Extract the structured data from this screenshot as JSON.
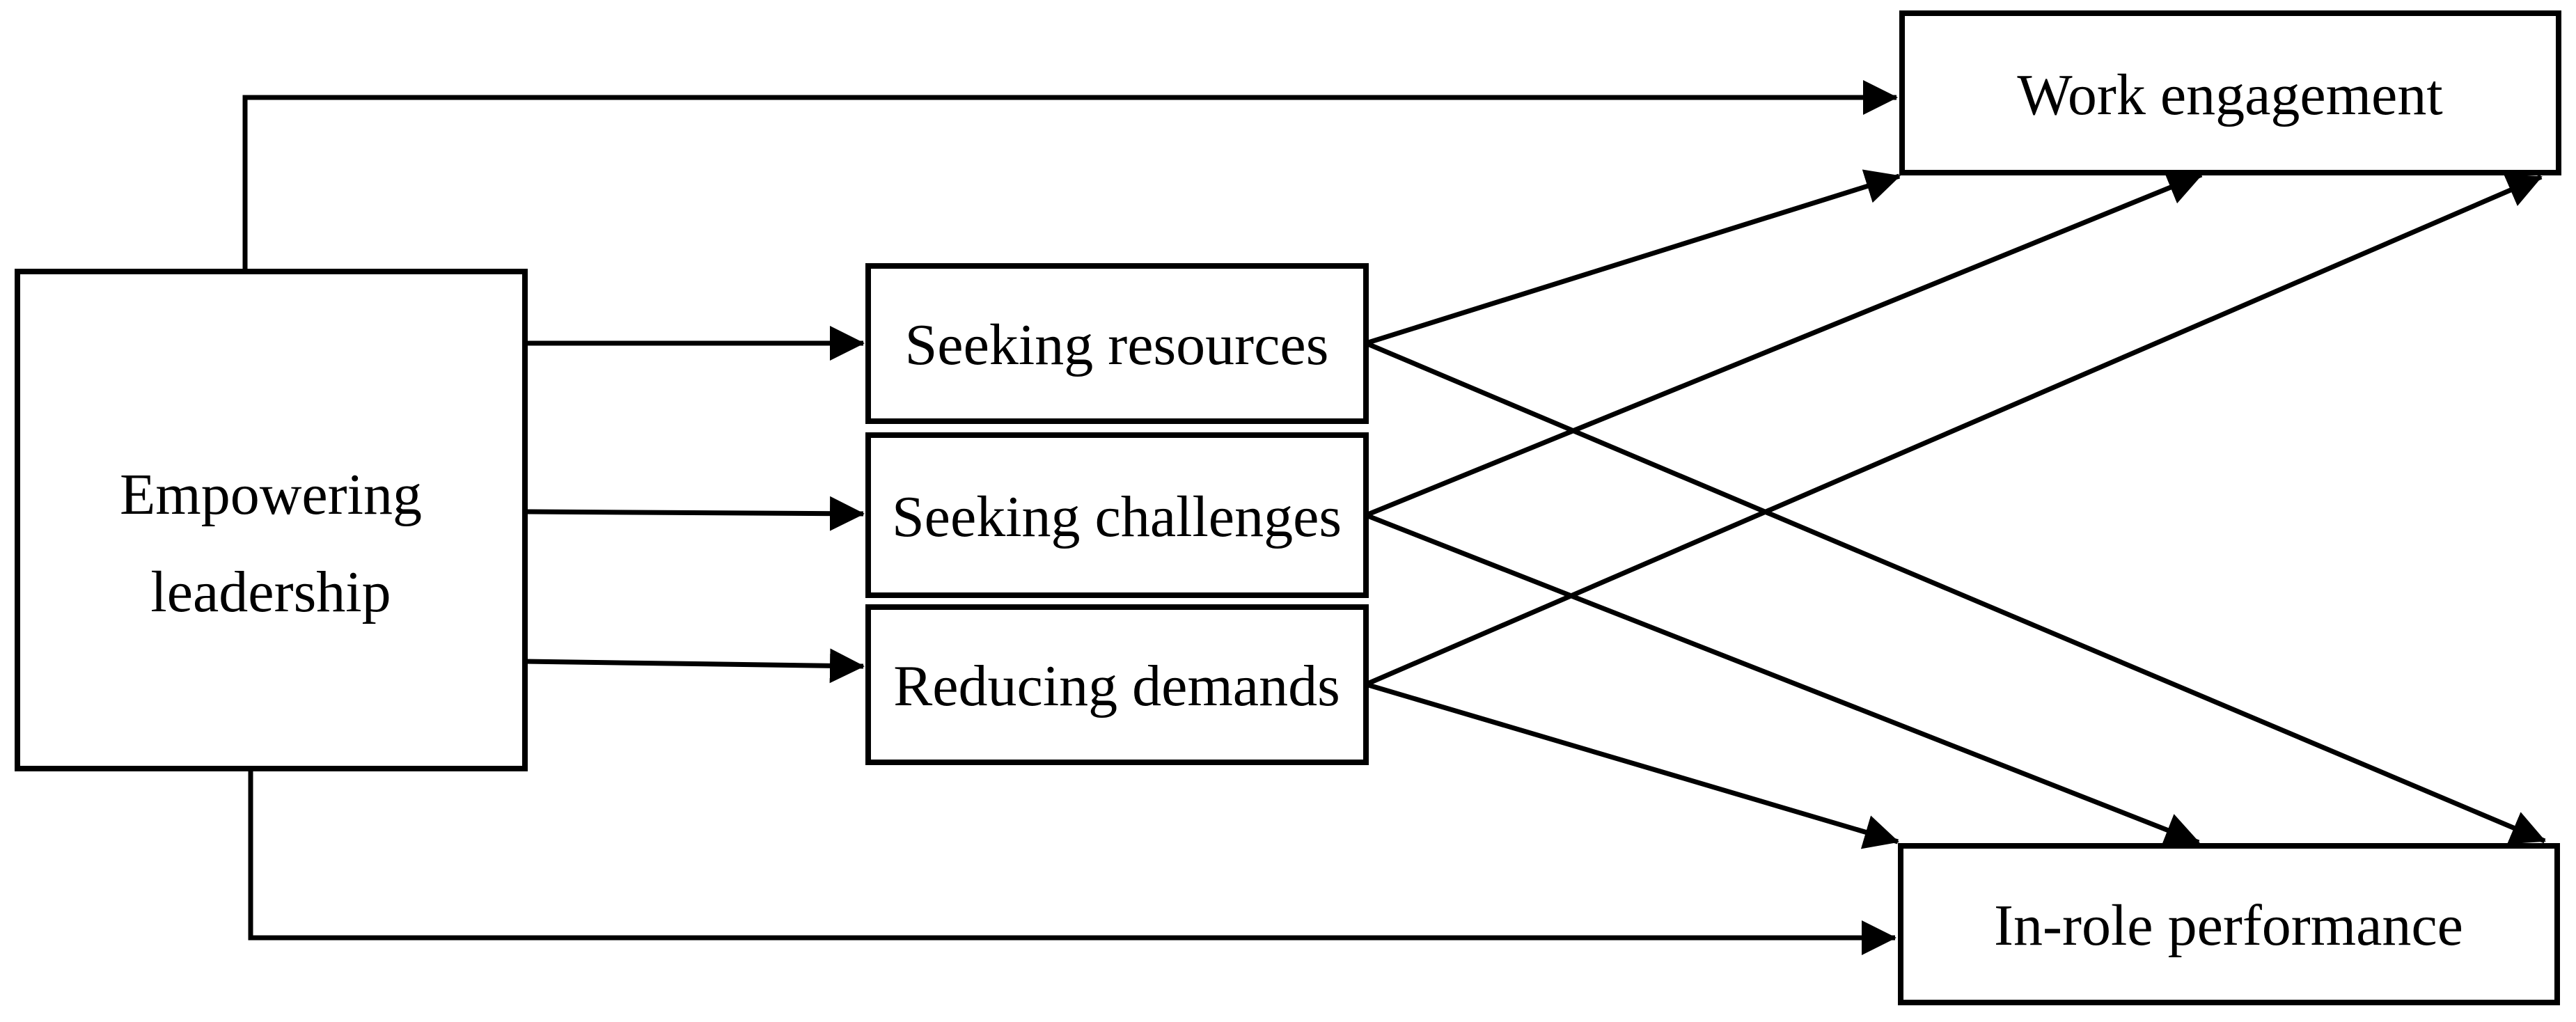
{
  "diagram": {
    "type": "path-model",
    "background_color": "#ffffff",
    "line_color": "#000000",
    "box_fill_color": "#ffffff",
    "nodes": {
      "empowering_leadership": {
        "line1": "Empowering",
        "line2": "leadership"
      },
      "seeking_resources": {
        "label": "Seeking resources"
      },
      "seeking_challenges": {
        "label": "Seeking challenges"
      },
      "reducing_demands": {
        "label": "Reducing demands"
      },
      "work_engagement": {
        "label": "Work engagement"
      },
      "in_role_performance": {
        "label": "In-role performance"
      }
    },
    "edges": [
      {
        "from": "empowering-leadership",
        "to": "work-engagement",
        "route": "top-elbow"
      },
      {
        "from": "empowering-leadership",
        "to": "seeking-resources",
        "route": "straight"
      },
      {
        "from": "empowering-leadership",
        "to": "seeking-challenges",
        "route": "straight"
      },
      {
        "from": "empowering-leadership",
        "to": "reducing-demands",
        "route": "straight"
      },
      {
        "from": "empowering-leadership",
        "to": "in-role-performance",
        "route": "bottom-elbow"
      },
      {
        "from": "seeking-resources",
        "to": "work-engagement",
        "route": "diagonal"
      },
      {
        "from": "seeking-resources",
        "to": "in-role-performance",
        "route": "diagonal"
      },
      {
        "from": "seeking-challenges",
        "to": "work-engagement",
        "route": "diagonal"
      },
      {
        "from": "seeking-challenges",
        "to": "in-role-performance",
        "route": "diagonal"
      },
      {
        "from": "reducing-demands",
        "to": "work-engagement",
        "route": "diagonal"
      },
      {
        "from": "reducing-demands",
        "to": "in-role-performance",
        "route": "diagonal"
      }
    ]
  }
}
